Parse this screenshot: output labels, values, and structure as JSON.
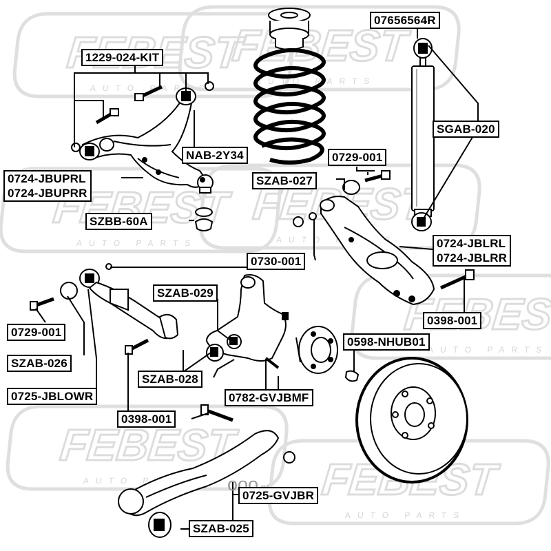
{
  "watermark": {
    "brand": "FEBEST",
    "tagline": "AUTO PARTS",
    "site_main": "ооо",
    "site_suffix": ".ru"
  },
  "labels": {
    "kit_upper": "1229-024-KIT",
    "shock_code": "07656564R",
    "shock_bushing": "SGAB-020",
    "nab": "NAB-2Y34",
    "upper_arm_l": "0724-JBUPRL",
    "upper_arm_r": "0724-JBUPRR",
    "szbb": "SZBB-60A",
    "bolt_0729_top": "0729-001",
    "szab_027": "SZAB-027",
    "lower_arm_l": "0724-JBLRL",
    "lower_arm_r": "0724-JBLRR",
    "bolt_0730": "0730-001",
    "szab_029": "SZAB-029",
    "bolt_0398_right": "0398-001",
    "bolt_0729_left": "0729-001",
    "nut_0598": "0598-NHUB01",
    "szab_026": "SZAB-026",
    "szab_028": "SZAB-028",
    "lower_arm_rear": "0725-JBLOWR",
    "hub_0782": "0782-GVJBMF",
    "bolt_0398_left": "0398-001",
    "rod_0725": "0725-GVJBR",
    "szab_025": "SZAB-025"
  }
}
